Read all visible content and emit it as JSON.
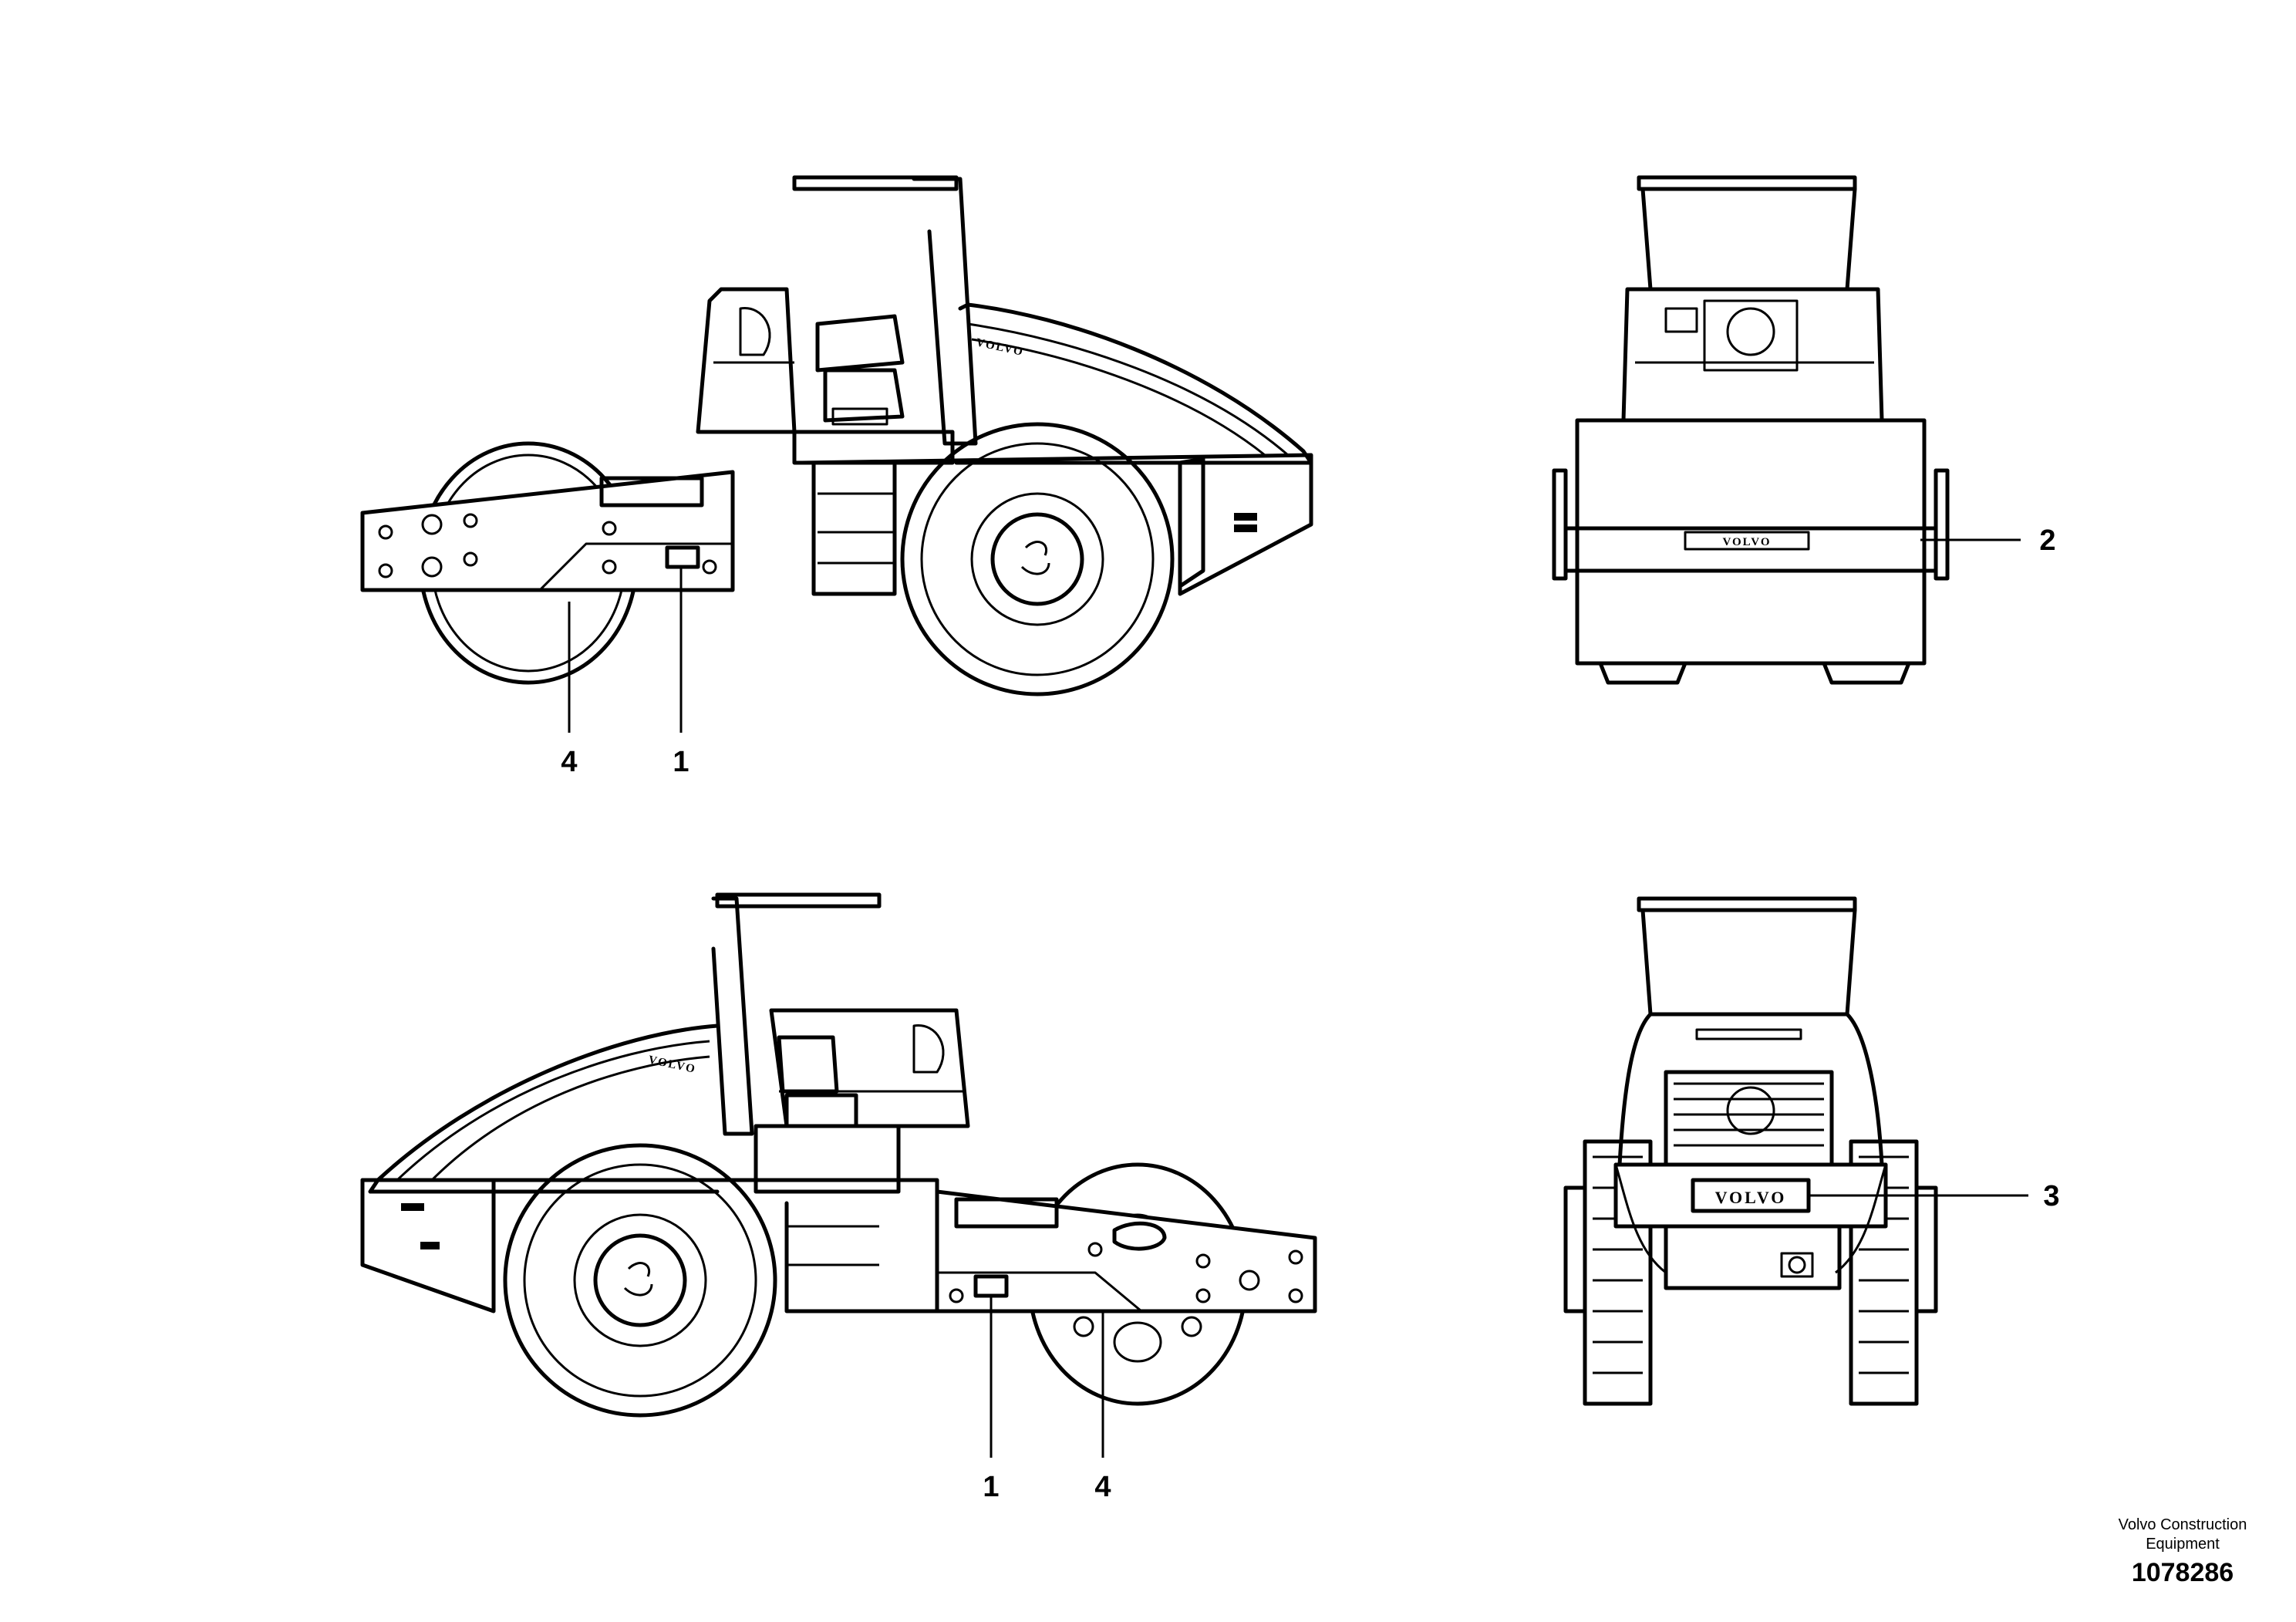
{
  "callouts": {
    "top_left_4": "4",
    "top_left_1": "1",
    "top_right_2": "2",
    "bottom_left_1": "1",
    "bottom_left_4": "4",
    "bottom_right_3": "3"
  },
  "decals": {
    "brand": "VOLVO"
  },
  "footer": {
    "company_line1": "Volvo Construction",
    "company_line2": "Equipment",
    "document_number": "1078286"
  },
  "colors": {
    "ink": "#000000",
    "paper": "#ffffff"
  }
}
